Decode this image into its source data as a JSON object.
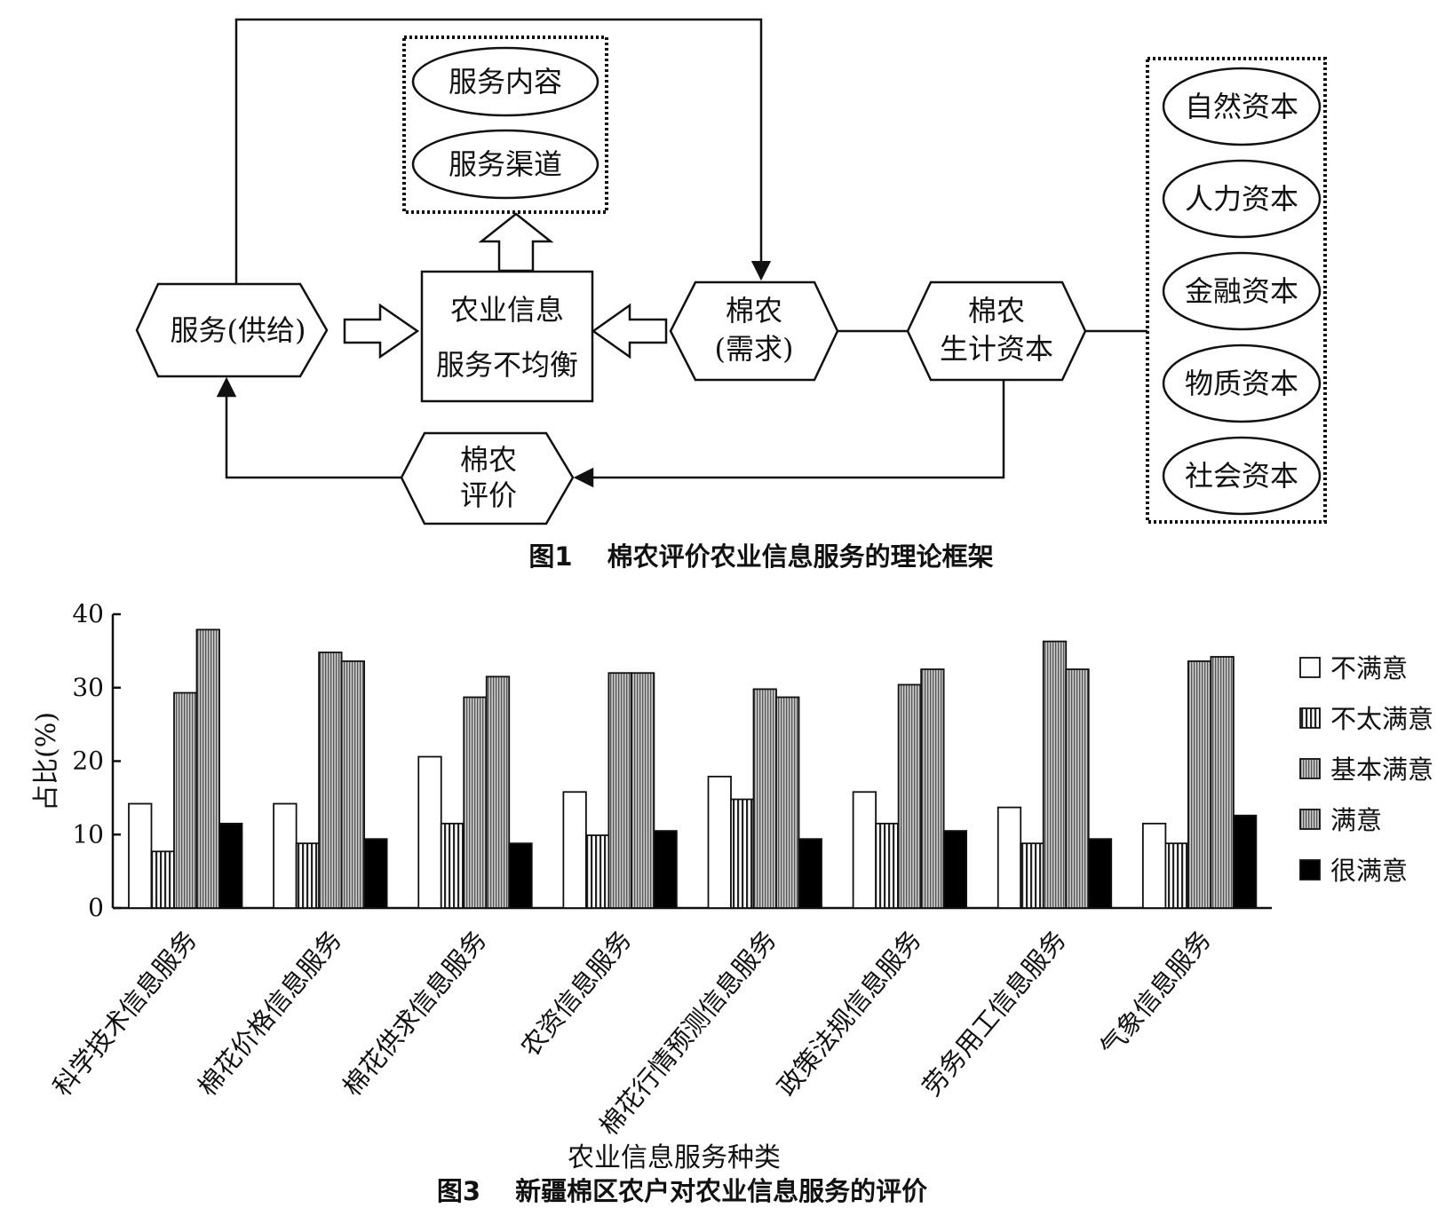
{
  "figure1": {
    "caption": "图1　 棉农评价农业信息服务的理论框架",
    "nodes": {
      "service_content": "服务内容",
      "service_channel": "服务渠道",
      "service_supply": "服务(供给)",
      "imbalance_line1": "农业信息",
      "imbalance_line2": "服务不均衡",
      "farmer_demand_line1": "棉农",
      "farmer_demand_line2": "(需求)",
      "livelihood_line1": "棉农",
      "livelihood_line2": "生计资本",
      "evaluation_line1": "棉农",
      "evaluation_line2": "评价",
      "capitals": [
        "自然资本",
        "人力资本",
        "金融资本",
        "物质资本",
        "社会资本"
      ]
    }
  },
  "figure3": {
    "caption": "图3　 新疆棉区农户对农业信息服务的评价",
    "chart_data": {
      "type": "bar",
      "title": "",
      "xlabel": "农业信息服务种类",
      "ylabel": "占比(%)",
      "ylim": [
        0,
        40
      ],
      "yticks": [
        "0",
        "10",
        "20",
        "30",
        "40"
      ],
      "legend_position": "right",
      "categories": [
        "科学技术信息服务",
        "棉花价格信息服务",
        "棉花供求信息服务",
        "农资信息服务",
        "棉花行情预测信息服务",
        "政策法规信息服务",
        "劳务用工信息服务",
        "气象信息服务"
      ],
      "series": [
        {
          "name": "不满意",
          "pattern": "white",
          "values": [
            14.2,
            14.2,
            20.6,
            15.8,
            17.9,
            15.8,
            13.7,
            11.5
          ]
        },
        {
          "name": "不太满意",
          "pattern": "vertical-hatch",
          "values": [
            7.7,
            8.8,
            11.5,
            9.9,
            14.8,
            11.5,
            8.8,
            8.8
          ]
        },
        {
          "name": "基本满意",
          "pattern": "dense-hatch",
          "values": [
            29.3,
            34.8,
            28.7,
            32.0,
            29.8,
            30.4,
            36.3,
            33.6
          ]
        },
        {
          "name": "满意",
          "pattern": "dense-hatch",
          "values": [
            37.9,
            33.6,
            31.5,
            32.0,
            28.7,
            32.5,
            32.5,
            34.2
          ]
        },
        {
          "name": "很满意",
          "pattern": "black",
          "values": [
            11.5,
            9.4,
            8.8,
            10.5,
            9.4,
            10.5,
            9.4,
            12.6
          ]
        }
      ]
    }
  }
}
